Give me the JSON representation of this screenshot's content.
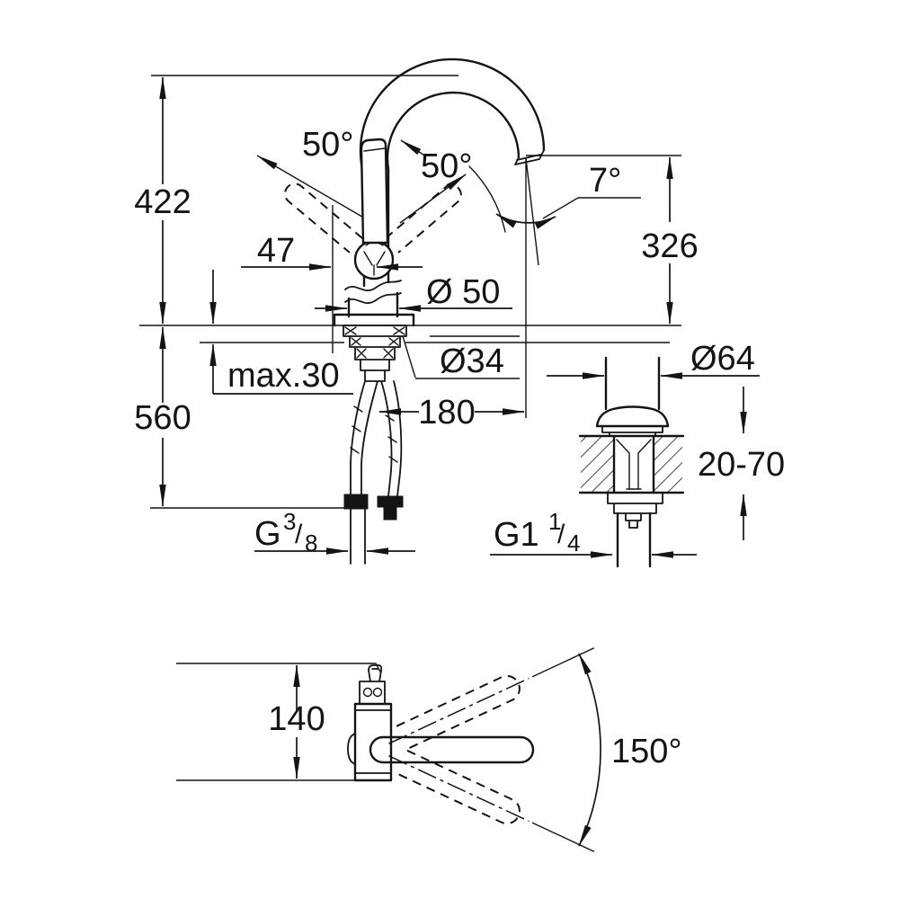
{
  "meta": {
    "title": "faucet-installation-dimension-drawing",
    "background": "#ffffff",
    "line_color": "#141414"
  },
  "side_view": {
    "total_height": "422",
    "spout_height": "326",
    "handle_tilt_back_angle": "50°",
    "handle_tilt_forward_angle": "50°",
    "outlet_angle": "7°",
    "handle_offset": "47",
    "body_diameter": "Ø 50",
    "hole_diameter": "Ø34",
    "max_deck_thickness": "max.30",
    "hose_length": "560",
    "spout_reach": "180",
    "supply_thread": {
      "main": "G",
      "numerator": "3",
      "slash": "/",
      "denominator": "8"
    }
  },
  "waste_view": {
    "cap_diameter": "Ø64",
    "deck_thickness_range": "20-70",
    "waste_thread": {
      "main": "G1",
      "numerator": "1",
      "slash": "/",
      "denominator": "4"
    }
  },
  "top_view": {
    "body_height": "140",
    "spout_swivel_angle": "150°"
  }
}
